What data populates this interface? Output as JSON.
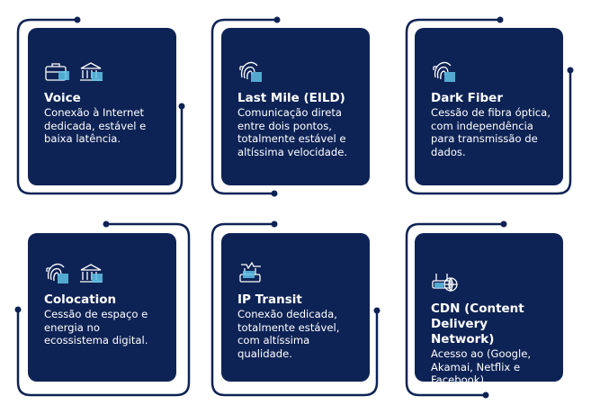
{
  "colors": {
    "card_bg": "#0e2355",
    "line": "#0e2355",
    "icon_accent": "#5fc2e6",
    "icon_stroke": "#ffffff"
  },
  "cards": [
    {
      "title": "Voice",
      "description": "Conexão à Internet dedicada, estável e baixa latência.",
      "icons": [
        "briefcase-icon",
        "bank-icon"
      ]
    },
    {
      "title": "Last Mile (EILD)",
      "description": "Comunicação direta entre dois pontos, totalmente estável e altíssima velocidade.",
      "icons": [
        "fingerprint-icon"
      ]
    },
    {
      "title": "Dark Fiber",
      "description": "Cessão de fibra óptica, com independência para transmissão de dados.",
      "icons": [
        "fingerprint-icon"
      ]
    },
    {
      "title": "Colocation",
      "description": "Cessão de espaço e energia no ecossistema digital.",
      "icons": [
        "fingerprint-icon",
        "bank-icon"
      ]
    },
    {
      "title": "IP Transit",
      "description": "Conexão dedicada, totalmente estável, com altíssima qualidade.",
      "icons": [
        "router-icon"
      ]
    },
    {
      "title": "CDN (Content Delivery Network)",
      "description": "Acesso ao (Google, Akamai, Netflix e Facebook).",
      "icons": [
        "router-globe-icon"
      ]
    }
  ]
}
